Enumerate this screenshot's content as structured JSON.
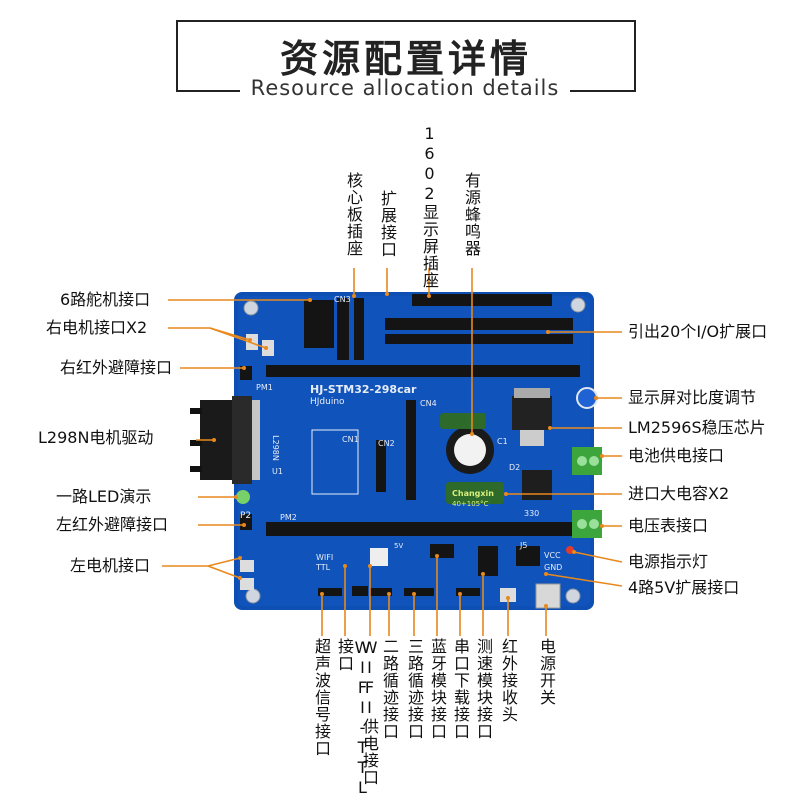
{
  "title": {
    "cn": "资源配置详情",
    "en": "Resource allocation details"
  },
  "left_labels": {
    "servo": "6路舵机接口",
    "right_motor": "右电机接口X2",
    "right_ir": "右红外避障接口",
    "l298n": "L298N电机驱动",
    "led": "一路LED演示",
    "left_ir": "左红外避障接口",
    "left_motor": "左电机接口"
  },
  "right_labels": {
    "io_ext": "引出20个I/O扩展口",
    "contrast": "显示屏对比度调节",
    "lm2596": "LM2596S稳压芯片",
    "battery": "电池供电接口",
    "bigcap": "进口大电容X2",
    "voltmeter": "电压表接口",
    "power_led": "电源指示灯",
    "ext5v": "4路5V扩展接口"
  },
  "top_labels": {
    "core_socket": "核心板插座",
    "ext_port": "扩展接口",
    "lcd1602": "1602显示屏插座",
    "buzzer": "有源蜂鸣器"
  },
  "bottom_labels": {
    "ultrasonic": "超声波信号接口",
    "wifi_ttl": "WIFI-TTL接口",
    "wifi_power": "WIFI供电接口",
    "track2": "二路循迹接口",
    "track3": "三路循迹接口",
    "bluetooth": "蓝牙模块接口",
    "serial": "串口下载接口",
    "speed": "测速模块接口",
    "ir_rx": "红外接收头",
    "power_switch": "电源开关"
  },
  "board": {
    "name": "HJ-STM32-298car",
    "brand": "HJduino",
    "cap_brand": "Changxin",
    "cap_rating": "40+105°C",
    "silk_cn3": "CN3",
    "silk_cn1": "CN1",
    "silk_cn2": "CN2",
    "silk_cn4": "CN4",
    "silk_pm1": "PM1",
    "silk_pm2": "PM2",
    "silk_p2": "P2",
    "silk_d2": "D2",
    "silk_c1": "C1",
    "silk_u1": "U1",
    "silk_l298n": "L298N",
    "silk_330": "330",
    "silk_5v": "5V",
    "silk_vcc": "VCC",
    "silk_gnd": "GND",
    "silk_j5": "J5",
    "silk_wifi": "WIFI",
    "silk_ttl": "TTL"
  },
  "colors": {
    "board": "#0d4fb3",
    "board_dark": "#0a3d8f",
    "annotation_line": "#e8891e",
    "header": "#141414",
    "terminal": "#3ca63c",
    "capacitor": "#2e6b2a"
  }
}
